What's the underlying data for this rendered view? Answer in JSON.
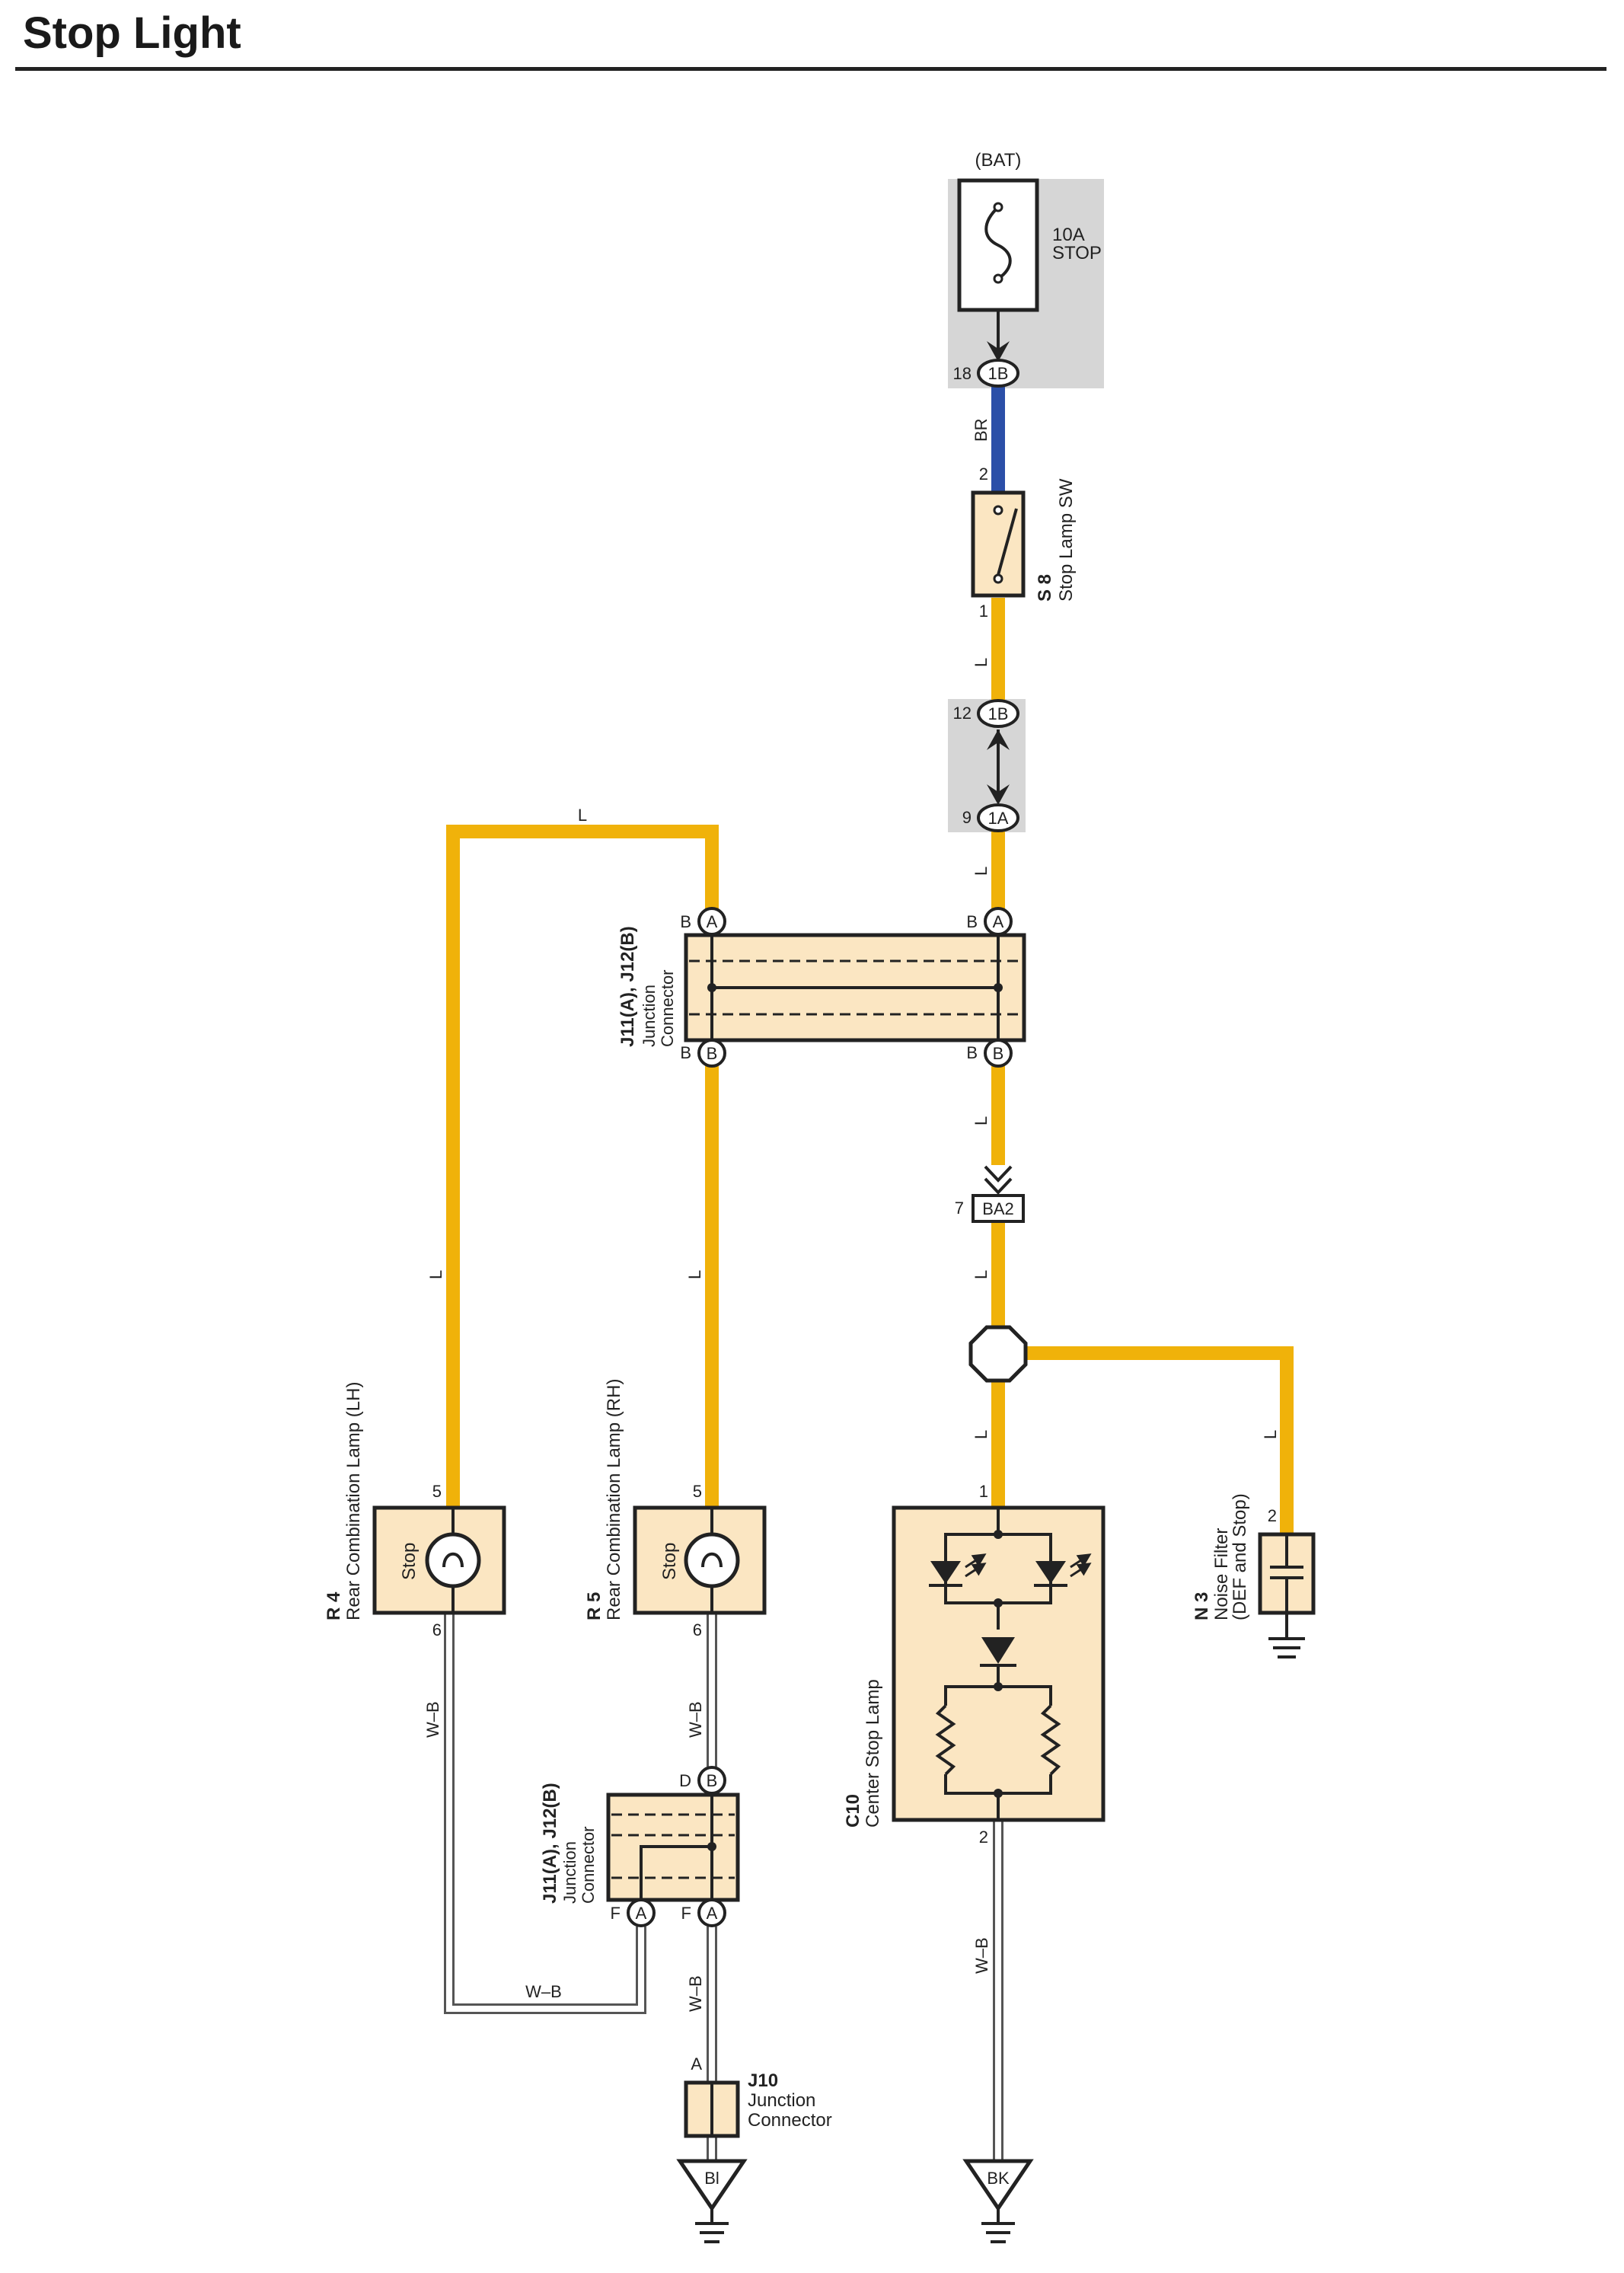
{
  "page": {
    "title": "Stop Light"
  },
  "colors": {
    "wire_l": "#F0B20A",
    "wire_br": "#2B4FA8",
    "component_fill": "#FBE6C2",
    "junction_block_fill": "#D6D6D6",
    "outline": "#1a1a1a"
  },
  "components": {
    "fuse": {
      "source": "(BAT)",
      "rating": "10A",
      "name": "STOP",
      "pin": "18",
      "connector": "1B"
    },
    "stop_lamp_sw": {
      "id": "S 8",
      "name": "Stop Lamp SW",
      "pin_top": "2",
      "pin_bottom": "1"
    },
    "junction_block": {
      "pin_top": "12",
      "connector_top": "1B",
      "pin_bottom": "9",
      "connector_bottom": "1A"
    },
    "junction_connector_upper": {
      "id": "J11(A), J12(B)",
      "name": "Junction\nConnector",
      "name_line1": "Junction",
      "name_line2": "Connector",
      "left_top_pin": "B",
      "left_top_conn": "A",
      "right_top_pin": "B",
      "right_top_conn": "A",
      "left_bottom_pin": "B",
      "left_bottom_conn": "B",
      "right_bottom_pin": "B",
      "right_bottom_conn": "B"
    },
    "ba2": {
      "pin": "7",
      "connector": "BA2"
    },
    "rear_lamp_lh": {
      "id": "R 4",
      "name": "Rear Combination Lamp (LH)",
      "bulb_label": "Stop",
      "pin_top": "5",
      "pin_bottom": "6"
    },
    "rear_lamp_rh": {
      "id": "R 5",
      "name": "Rear Combination Lamp (RH)",
      "bulb_label": "Stop",
      "pin_top": "5",
      "pin_bottom": "6"
    },
    "junction_connector_lower": {
      "id": "J11(A), J12(B)",
      "name_line1": "Junction",
      "name_line2": "Connector",
      "top_pin": "D",
      "top_conn": "B",
      "left_bottom_pin": "F",
      "left_bottom_conn": "A",
      "right_bottom_pin": "F",
      "right_bottom_conn": "A"
    },
    "center_stop_lamp": {
      "id": "C10",
      "name": "Center Stop Lamp",
      "pin_top": "1",
      "pin_bottom": "2"
    },
    "noise_filter": {
      "id": "N 3",
      "name_line1": "Noise Filter",
      "name_line2": "(DEF and Stop)",
      "pin": "2"
    },
    "j10": {
      "id": "J10",
      "name_line1": "Junction",
      "name_line2": "Connector",
      "pin": "A"
    },
    "ground_bl": {
      "label": "Bl"
    },
    "ground_bk": {
      "label": "BK"
    }
  },
  "wires": {
    "fuse_to_switch": "BR",
    "switch_to_jb": "L",
    "jb_to_junction": "L",
    "junction_top_loop": "L",
    "loop_left_vertical": "L",
    "junction_to_rh": "L",
    "junction_to_ba2": "L",
    "ba2_to_splice": "L",
    "splice_to_c10": "L",
    "splice_to_noise": "L",
    "lh_ground": "W–B",
    "lh_bottom": "W–B",
    "rh_ground": "W–B",
    "junction_to_j10": "W–B",
    "c10_ground": "W–B"
  }
}
